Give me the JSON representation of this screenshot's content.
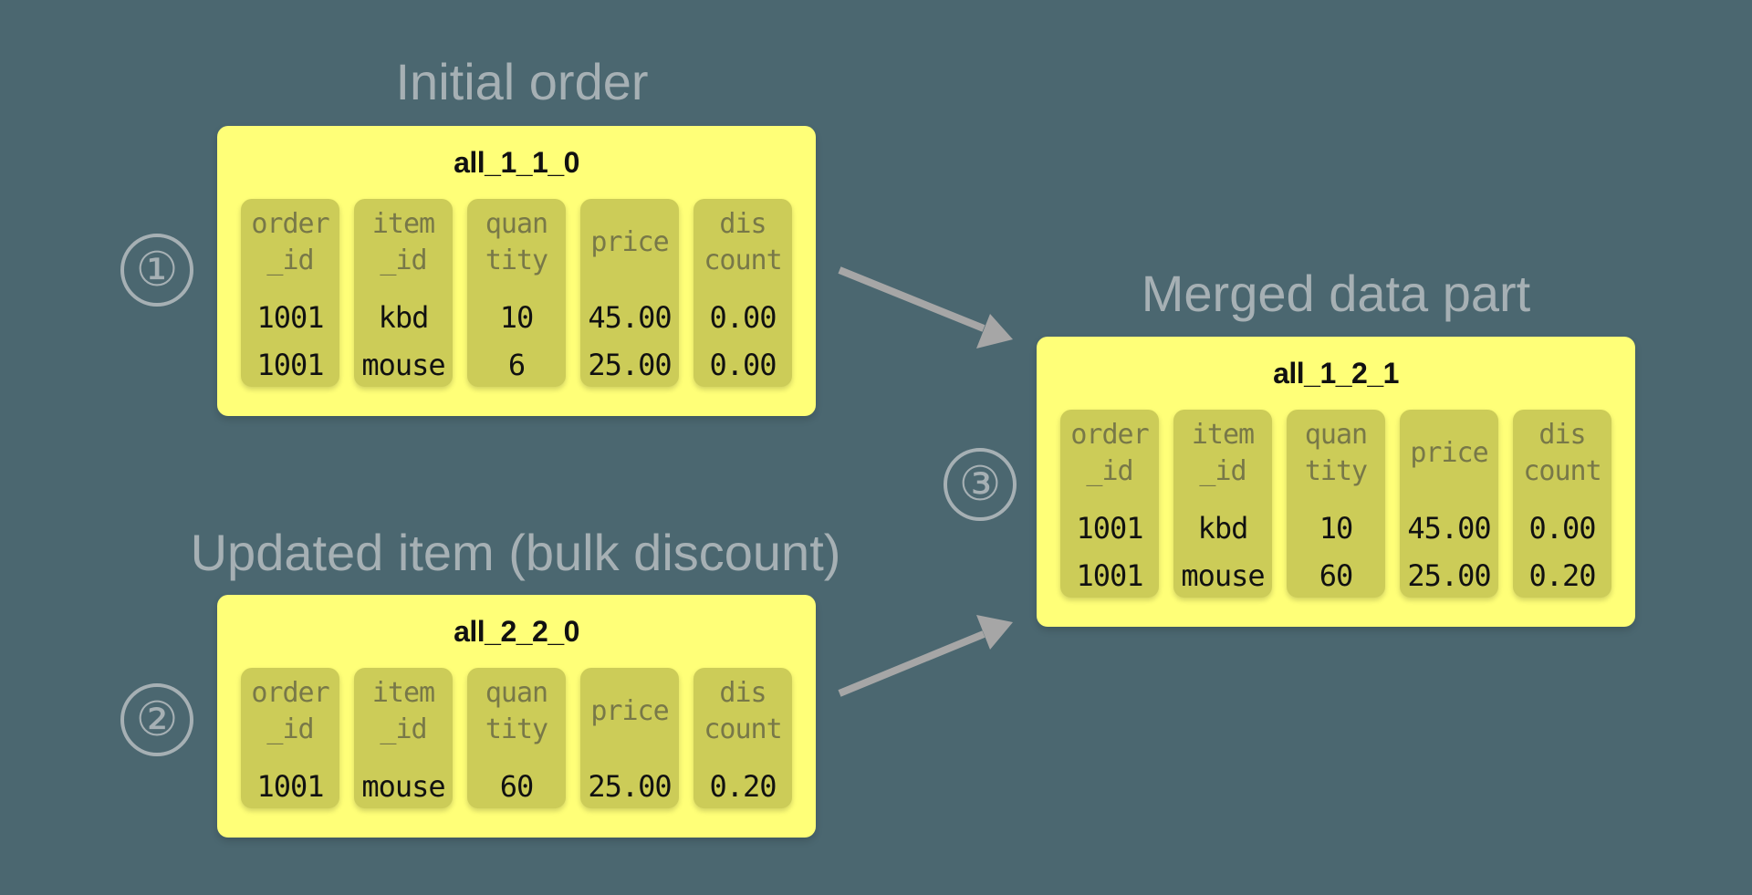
{
  "sections": {
    "initial": {
      "title": "Initial order",
      "step": "①",
      "part": {
        "name": "all_1_1_0",
        "columns": [
          {
            "header": "order\n_id",
            "values": [
              "1001",
              "1001"
            ]
          },
          {
            "header": "item\n_id",
            "values": [
              "kbd",
              "mouse"
            ]
          },
          {
            "header": "quan\ntity",
            "values": [
              "10",
              "6"
            ]
          },
          {
            "header": "price",
            "values": [
              "45.00",
              "25.00"
            ]
          },
          {
            "header": "dis\ncount",
            "values": [
              "0.00",
              "0.00"
            ]
          }
        ]
      }
    },
    "updated": {
      "title": "Updated item (bulk discount)",
      "step": "②",
      "part": {
        "name": "all_2_2_0",
        "columns": [
          {
            "header": "order\n_id",
            "values": [
              "1001"
            ]
          },
          {
            "header": "item\n_id",
            "values": [
              "mouse"
            ]
          },
          {
            "header": "quan\ntity",
            "values": [
              "60"
            ]
          },
          {
            "header": "price",
            "values": [
              "25.00"
            ]
          },
          {
            "header": "dis\ncount",
            "values": [
              "0.20"
            ]
          }
        ]
      }
    },
    "merged": {
      "title": "Merged data part",
      "step": "③",
      "part": {
        "name": "all_1_2_1",
        "columns": [
          {
            "header": "order\n_id",
            "values": [
              "1001",
              "1001"
            ]
          },
          {
            "header": "item\n_id",
            "values": [
              "kbd",
              "mouse"
            ]
          },
          {
            "header": "quan\ntity",
            "values": [
              "10",
              "60"
            ]
          },
          {
            "header": "price",
            "values": [
              "45.00",
              "25.00"
            ]
          },
          {
            "header": "dis\ncount",
            "values": [
              "0.00",
              "0.20"
            ]
          }
        ]
      }
    }
  },
  "colors": {
    "background": "#4b6770",
    "part_fill": "#ffff78",
    "column_fill": "#cccc58",
    "title_text": "#a6b0b4",
    "arrow": "#a6a6a6"
  }
}
